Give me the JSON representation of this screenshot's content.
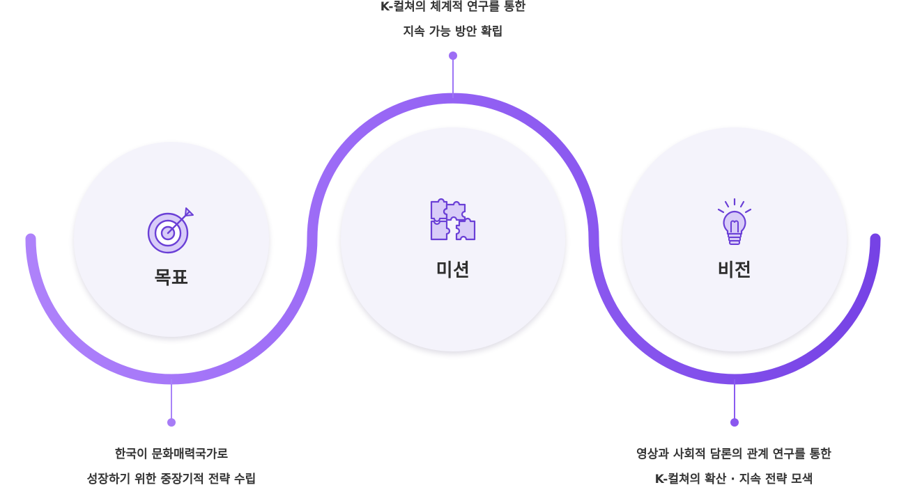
{
  "colors": {
    "accent": "#8b5cf6",
    "accent_light": "#b084fb",
    "accent_dark": "#7440e4",
    "circle_fill": "#f4f3fb",
    "icon_fill": "#d8ccf8",
    "icon_stroke": "#6a3fd6"
  },
  "nodes": [
    {
      "key": "goal",
      "title": "목표",
      "icon": "target-icon",
      "description_lines": [
        "한국이 문화매력국가로",
        "성장하기 위한 중장기적 전략 수립"
      ]
    },
    {
      "key": "mission",
      "title": "미션",
      "icon": "puzzle-icon",
      "description_lines": [
        "K-컬쳐의 체계적 연구를 통한",
        "지속 가능 방안 확립"
      ]
    },
    {
      "key": "vision",
      "title": "비전",
      "icon": "lightbulb-icon",
      "description_lines": [
        "영상과 사회적 담론의 관계 연구를 통한",
        "K-컬쳐의 확산 · 지속 전략 모색"
      ]
    }
  ]
}
